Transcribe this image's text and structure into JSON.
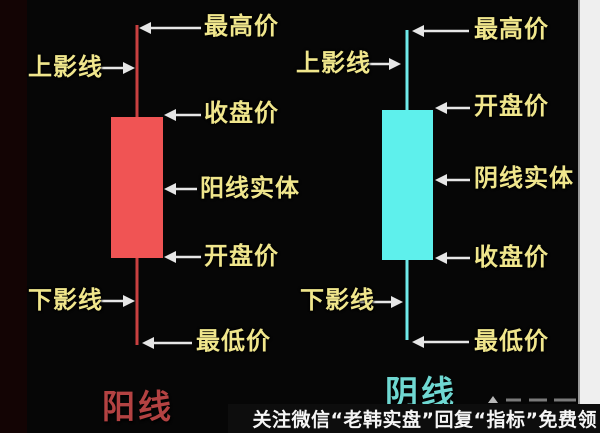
{
  "colors": {
    "background": "#060606",
    "yang_body": "#f05454",
    "yang_wick": "#c94040",
    "yin_body": "#5ef0ec",
    "yin_wick": "#6fe9e9",
    "label_text": "#f0e68c",
    "arrow": "#e6e6e6",
    "yang_caption": "#b34242",
    "yin_caption": "#6fd8d2",
    "right_stripe": "#efefef",
    "watermark_bar": "#0d0d0d",
    "watermark_text": "#f5f5f5"
  },
  "yang_candle": {
    "caption": "阳线",
    "labels": {
      "highest": "最高价",
      "upper_shadow": "上影线",
      "close": "收盘价",
      "body": "阳线实体",
      "open": "开盘价",
      "lower_shadow": "下影线",
      "lowest": "最低价"
    }
  },
  "yin_candle": {
    "caption": "阴线",
    "labels": {
      "highest": "最高价",
      "upper_shadow": "上影线",
      "open": "开盘价",
      "body": "阴线实体",
      "close": "收盘价",
      "lower_shadow": "下影线",
      "lowest": "最低价"
    }
  },
  "watermark": {
    "text": "关注微信“老韩实盘”回复“指标”免费领"
  }
}
